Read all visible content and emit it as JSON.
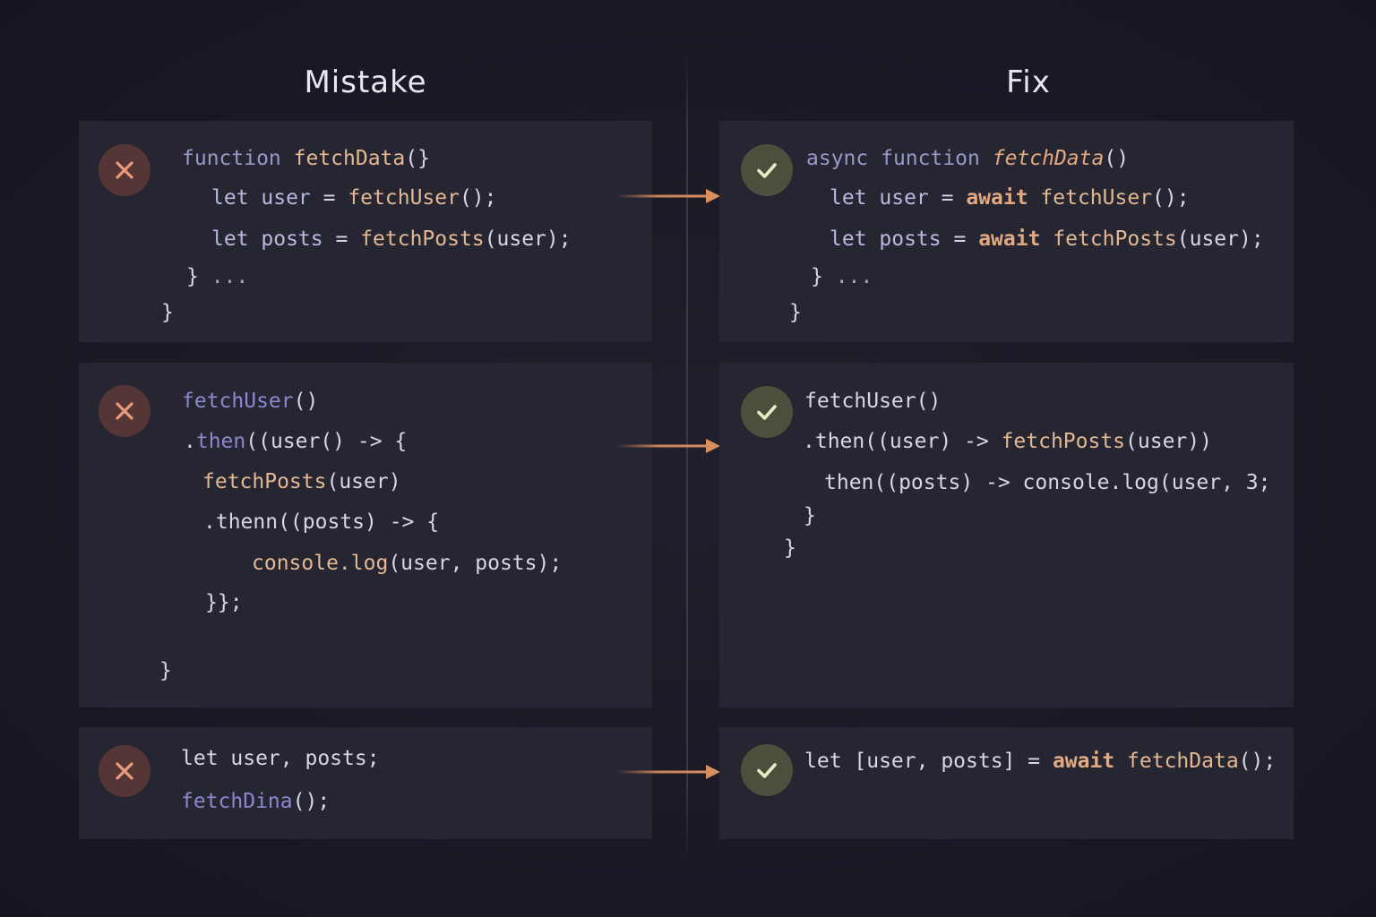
{
  "headers": {
    "mistake": "Mistake",
    "fix": "Fix"
  },
  "colors": {
    "background": "#1b1a25",
    "panel": "#262532",
    "error_badge": "#553637",
    "error_glyph": "#ec9a7c",
    "success_badge": "#4c4f3c",
    "success_glyph": "#e8ecc4",
    "arrow": "#d98e5e",
    "keyword": "#9a97c9",
    "function": "#e3b892",
    "await": "#e2aa82"
  },
  "icons": {
    "mistake": "x-mark-icon",
    "fix": "checkmark-icon",
    "connector": "arrow-right-icon"
  },
  "rows": [
    {
      "mistake": {
        "lines": [
          {
            "tokens": [
              {
                "t": "function ",
                "c": "kw"
              },
              {
                "t": "fetchData",
                "c": "fn"
              },
              {
                "t": "(}",
                "c": "pl"
              }
            ]
          },
          {
            "tokens": [
              {
                "t": "let ",
                "c": "var"
              },
              {
                "t": "user",
                "c": "var"
              },
              {
                "t": " = ",
                "c": "pl"
              },
              {
                "t": "fetchUser",
                "c": "fn"
              },
              {
                "t": "();",
                "c": "pl"
              }
            ]
          },
          {
            "tokens": [
              {
                "t": "let ",
                "c": "var"
              },
              {
                "t": "posts",
                "c": "var"
              },
              {
                "t": " = ",
                "c": "pl"
              },
              {
                "t": "fetchPosts",
                "c": "fn"
              },
              {
                "t": "(user);",
                "c": "pl"
              }
            ]
          },
          {
            "tokens": [
              {
                "t": "} ",
                "c": "pl"
              },
              {
                "t": "...",
                "c": "dim"
              }
            ]
          },
          {
            "tokens": [
              {
                "t": "}",
                "c": "pl"
              }
            ]
          }
        ]
      },
      "fix": {
        "lines": [
          {
            "tokens": [
              {
                "t": "async ",
                "c": "kw"
              },
              {
                "t": "function ",
                "c": "kw"
              },
              {
                "t": "fetchData",
                "c": "fn-orange"
              },
              {
                "t": "()",
                "c": "pl"
              }
            ]
          },
          {
            "tokens": [
              {
                "t": "let ",
                "c": "var"
              },
              {
                "t": "user",
                "c": "var"
              },
              {
                "t": " = ",
                "c": "pl"
              },
              {
                "t": "await ",
                "c": "aw"
              },
              {
                "t": "fetchUser",
                "c": "fn"
              },
              {
                "t": "();",
                "c": "pl"
              }
            ]
          },
          {
            "tokens": [
              {
                "t": "let ",
                "c": "var"
              },
              {
                "t": "posts",
                "c": "var"
              },
              {
                "t": " = ",
                "c": "pl"
              },
              {
                "t": "await ",
                "c": "aw"
              },
              {
                "t": "fetchPosts",
                "c": "fn"
              },
              {
                "t": "(user);",
                "c": "pl"
              }
            ]
          },
          {
            "tokens": [
              {
                "t": "} ",
                "c": "pl"
              },
              {
                "t": "...",
                "c": "dim"
              }
            ]
          },
          {
            "tokens": [
              {
                "t": "}",
                "c": "pl"
              }
            ]
          }
        ]
      }
    },
    {
      "mistake": {
        "lines": [
          {
            "tokens": [
              {
                "t": "fetchUser",
                "c": "blue"
              },
              {
                "t": "()",
                "c": "pl"
              }
            ]
          },
          {
            "tokens": [
              {
                "t": ".",
                "c": "pl"
              },
              {
                "t": "then",
                "c": "blue"
              },
              {
                "t": "((user() -> {",
                "c": "pl"
              }
            ]
          },
          {
            "tokens": [
              {
                "t": "fetchPosts",
                "c": "fn"
              },
              {
                "t": "(user)",
                "c": "pl"
              }
            ]
          },
          {
            "tokens": [
              {
                "t": ".thenn((posts) -> {",
                "c": "pl"
              }
            ]
          },
          {
            "tokens": [
              {
                "t": "console.log",
                "c": "fn"
              },
              {
                "t": "(user, posts);",
                "c": "pl"
              }
            ]
          },
          {
            "tokens": [
              {
                "t": "}};",
                "c": "pl"
              }
            ]
          },
          {
            "tokens": [
              {
                "t": "}",
                "c": "pl"
              }
            ]
          }
        ]
      },
      "fix": {
        "lines": [
          {
            "tokens": [
              {
                "t": "fetchUser()",
                "c": "pl"
              }
            ]
          },
          {
            "tokens": [
              {
                "t": ".then((user) -> ",
                "c": "pl"
              },
              {
                "t": "fetchPosts",
                "c": "fn"
              },
              {
                "t": "(user))",
                "c": "pl"
              }
            ]
          },
          {
            "tokens": [
              {
                "t": "then((posts) -> console.log(user, 3;",
                "c": "pl"
              }
            ]
          },
          {
            "tokens": [
              {
                "t": "}",
                "c": "pl"
              }
            ]
          },
          {
            "tokens": [
              {
                "t": "}",
                "c": "pl"
              }
            ]
          }
        ]
      }
    },
    {
      "mistake": {
        "lines": [
          {
            "tokens": [
              {
                "t": "let user, posts;",
                "c": "pl"
              }
            ]
          },
          {
            "tokens": [
              {
                "t": "fetchDina",
                "c": "blue"
              },
              {
                "t": "();",
                "c": "pl"
              }
            ]
          }
        ]
      },
      "fix": {
        "lines": [
          {
            "tokens": [
              {
                "t": "let [user, posts] = ",
                "c": "pl"
              },
              {
                "t": "await ",
                "c": "aw"
              },
              {
                "t": "fetchData",
                "c": "fn"
              },
              {
                "t": "();",
                "c": "pl"
              }
            ]
          }
        ]
      }
    }
  ]
}
